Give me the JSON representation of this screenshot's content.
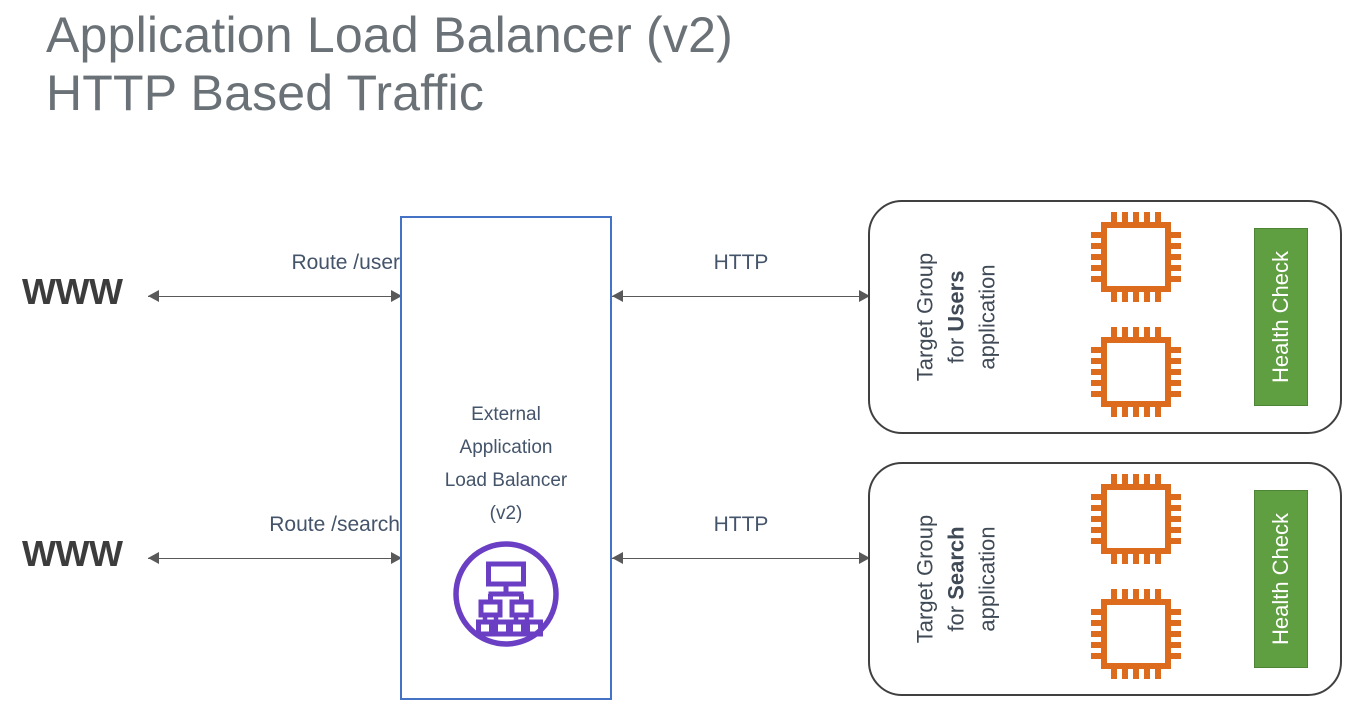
{
  "title": {
    "line1": "Application Load Balancer (v2)",
    "line2": "HTTP Based Traffic"
  },
  "clients": [
    {
      "name": "www-top",
      "label": "WWW"
    },
    {
      "name": "www-bottom",
      "label": "WWW"
    }
  ],
  "arrows": [
    {
      "name": "route-user",
      "label": "Route /user",
      "direction": "bidirectional"
    },
    {
      "name": "route-search",
      "label": "Route /search",
      "direction": "bidirectional"
    },
    {
      "name": "http-users",
      "label": "HTTP",
      "direction": "bidirectional"
    },
    {
      "name": "http-search",
      "label": "HTTP",
      "direction": "bidirectional"
    }
  ],
  "load_balancer": {
    "line1": "External",
    "line2": "Application",
    "line3": "Load Balancer",
    "line4": "(v2)",
    "icon": "load-balancer-icon",
    "icon_color": "#6b3fc4",
    "border_color": "#4472c4"
  },
  "target_groups": [
    {
      "id": "users",
      "label_line1": "Target Group",
      "label_line2_prefix": "for ",
      "label_line2_strong": "Users",
      "label_line3": "application",
      "instance_count": 2,
      "instance_icon": "cpu-chip-icon",
      "instance_color": "#DD6B1E",
      "health_check_label": "Health Check",
      "health_check_color": "#5f9e41"
    },
    {
      "id": "search",
      "label_line1": "Target Group",
      "label_line2_prefix": "for ",
      "label_line2_strong": "Search",
      "label_line3": "application",
      "instance_count": 2,
      "instance_icon": "cpu-chip-icon",
      "instance_color": "#DD6B1E",
      "health_check_label": "Health Check",
      "health_check_color": "#5f9e41"
    }
  ]
}
